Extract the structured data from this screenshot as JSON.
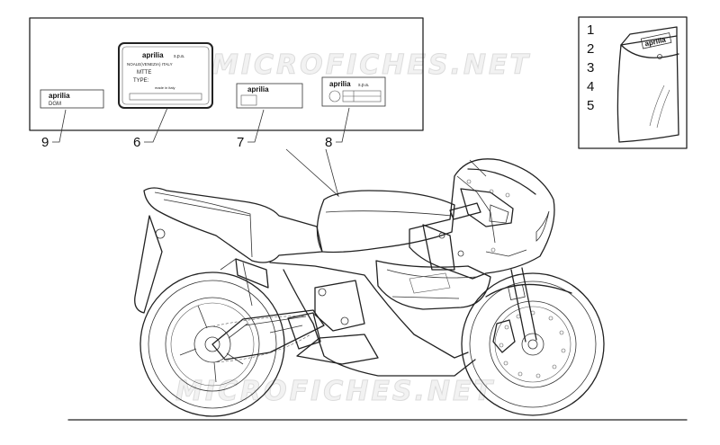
{
  "watermark": "MICROFICHES.NET",
  "callouts": {
    "c9": "9",
    "c6": "6",
    "c7": "7",
    "c8": "8",
    "c1": "1",
    "c2": "2",
    "c3": "3",
    "c4": "4",
    "c5": "5"
  },
  "decal_9": {
    "brand": "aprilia",
    "sub": "DGM"
  },
  "decal_6": {
    "brand": "aprilia",
    "brand_suffix": "s.p.a.",
    "address": "NOALE(VENEZIA) ITALY",
    "line_mtte": "MTTE",
    "line_type": "TYPE:",
    "line_small": "made in italy"
  },
  "decal_7": {
    "brand": "aprilia"
  },
  "decal_8": {
    "brand": "aprilia",
    "brand_suffix": "s.p.a."
  },
  "bag": {
    "brand": "aprilia"
  }
}
